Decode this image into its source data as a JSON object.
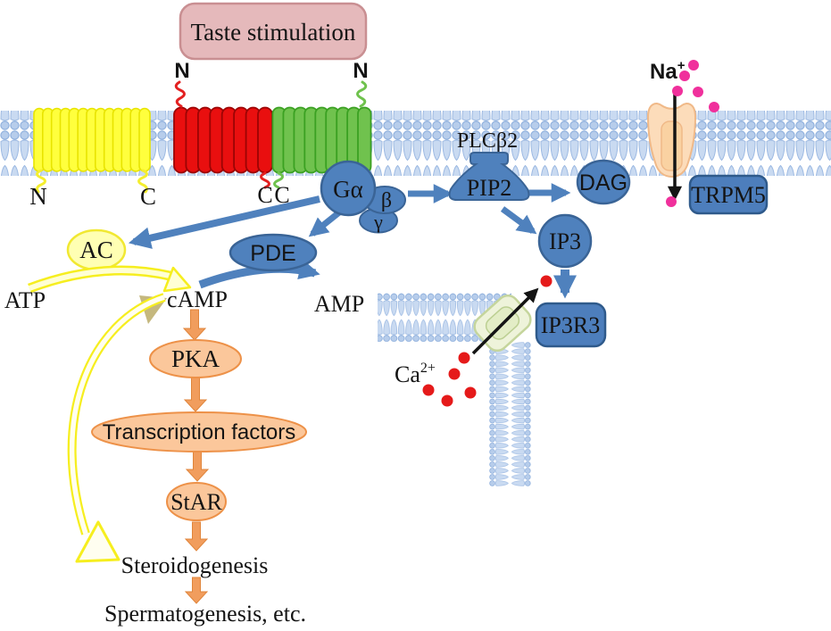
{
  "diagram_title": "Taste stimulation",
  "receptors": {
    "yellow": {
      "n": "N",
      "c": "C"
    },
    "red": {
      "n": "N",
      "c": "C"
    },
    "green": {
      "n": "N",
      "c": "C"
    }
  },
  "g_protein": {
    "alpha": "Gα",
    "beta": "β",
    "gamma": "γ"
  },
  "plc_branch": {
    "plcb2": "PLCβ2",
    "pip2": "PIP2",
    "dag": "DAG",
    "ip3": "IP3",
    "ip3r3": "IP3R3"
  },
  "channels": {
    "trpm5": "TRPM5"
  },
  "ions": {
    "na": {
      "base": "Na",
      "sup": "+"
    },
    "ca": {
      "base": "Ca",
      "sup": "2+"
    }
  },
  "camp_branch": {
    "ac": "AC",
    "atp": "ATP",
    "camp": "cAMP",
    "amp": "AMP",
    "pde": "PDE",
    "pka": "PKA",
    "transcription_factors": "Transcription factors",
    "star": "StAR",
    "steroidogenesis": "Steroidogenesis",
    "spermatogenesis": "Spermatogenesis, etc."
  },
  "colors": {
    "node_blue": "#4f81bd",
    "node_blue_border": "#3a6496",
    "membrane_blue": "#c9daf1",
    "membrane_head_blue": "#b7cdeb",
    "receptor_yellow": "#ffff3d",
    "receptor_red": "#e90f0f",
    "receptor_green": "#70c24e",
    "orange_fill": "#fbc79b",
    "orange_border": "#ed9148",
    "orange_arrow": "#f19d5d",
    "ac_yellow": "#ffffb3",
    "taste_box_pink": "#e5b9bb",
    "taste_box_border": "#c98f92",
    "na_dot_pink": "#f0309c",
    "ca_dot_red": "#e51a1a",
    "trpm5_channel_peach": "#fcdcba",
    "er_channel_green": "#eef3da",
    "arrow_yellow": "#f6ee1f"
  }
}
